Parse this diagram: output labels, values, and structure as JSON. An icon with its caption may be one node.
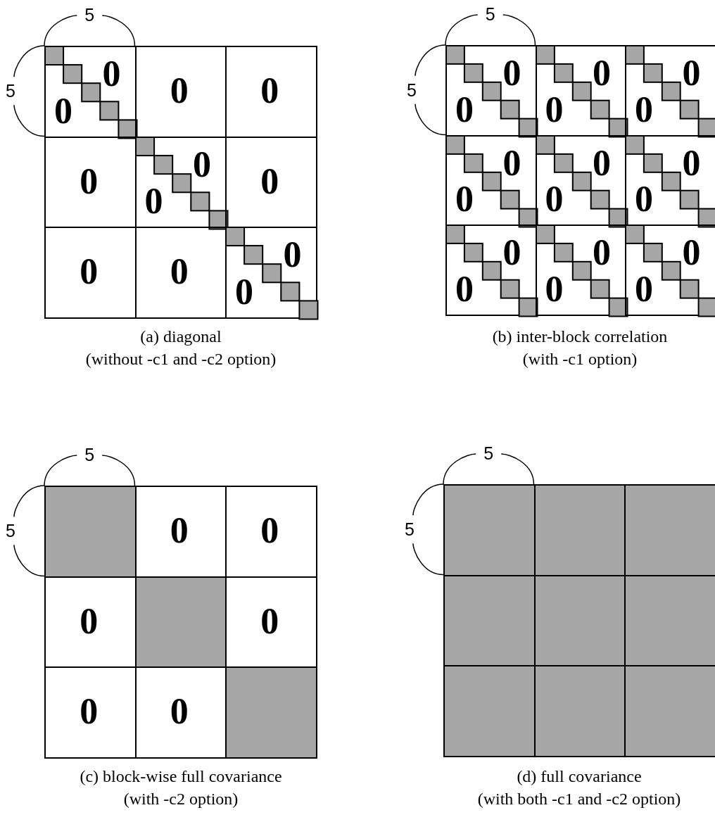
{
  "diagram": {
    "nodes": [
      {
        "text": [
          "0",
          "0"
        ]
      },
      {
        "text": [
          "0"
        ]
      },
      {
        "text": [
          "0"
        ]
      },
      {
        "text": [
          "0"
        ]
      },
      {
        "text": [
          "0",
          "0"
        ]
      },
      {
        "text": [
          "0"
        ]
      },
      {
        "text": [
          "0"
        ]
      },
      {
        "text": [
          "0"
        ]
      },
      {
        "text": [
          "0",
          "0"
        ]
      },
      {
        "text": [
          "0",
          "0"
        ]
      },
      {
        "text": [
          "0",
          "0"
        ]
      },
      {
        "text": [
          "0",
          "0"
        ]
      },
      {
        "text": [
          "0",
          "0"
        ]
      },
      {
        "text": [
          "0",
          "0"
        ]
      },
      {
        "text": [
          "0",
          "0"
        ]
      },
      {
        "text": [
          "0",
          "0"
        ]
      },
      {
        "text": [
          "0",
          "0"
        ]
      },
      {
        "text": [
          "0",
          "0"
        ]
      },
      {
        "text": [],
        "shape": "box"
      },
      {
        "text": [
          "0"
        ]
      },
      {
        "text": [
          "0"
        ]
      },
      {
        "text": [
          "0"
        ]
      },
      {
        "text": [],
        "shape": "box"
      },
      {
        "text": [
          "0"
        ]
      },
      {
        "text": [
          "0"
        ]
      },
      {
        "text": [
          "0"
        ]
      },
      {
        "text": [],
        "shape": "box"
      },
      {
        "text": [],
        "shape": "box"
      },
      {
        "text": [],
        "shape": "box"
      },
      {
        "text": [],
        "shape": "box"
      },
      {
        "text": [],
        "shape": "box"
      },
      {
        "text": [],
        "shape": "box"
      },
      {
        "text": [],
        "shape": "box"
      },
      {
        "text": [],
        "shape": "box"
      },
      {
        "text": [],
        "shape": "box"
      },
      {
        "text": [],
        "shape": "box"
      }
    ],
    "labels": [
      "5",
      "5",
      "5",
      "5",
      "(a) diagonal",
      "(without -c1 and -c2 option)",
      "(b) inter-block correlation",
      "(with -c1 option)",
      "5",
      "5",
      "5",
      "5",
      "(c) block-wise full covariance",
      "(with -c2 option)",
      "(d) full covariance",
      "(with both -c1 and -c2 option)"
    ]
  }
}
